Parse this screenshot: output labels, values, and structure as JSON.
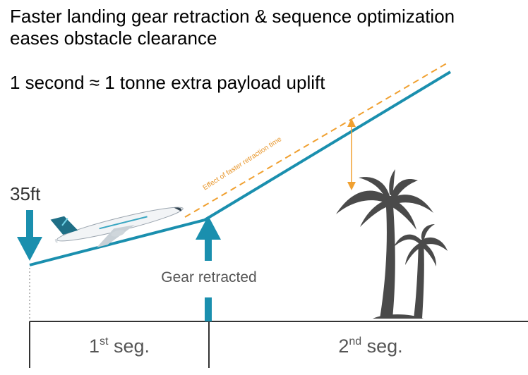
{
  "title": {
    "line1": "Faster landing gear retraction & sequence optimization",
    "line2": "eases obstacle clearance"
  },
  "subtitle": "1 second ≈ 1 tonne extra payload uplift",
  "diagram": {
    "height_label": "35ft",
    "gear_label": "Gear retracted",
    "effect_label": "Effect of faster retraction time",
    "segments": [
      {
        "base": "1",
        "sup": "st",
        "rest": " seg."
      },
      {
        "base": "2",
        "sup": "nd",
        "rest": " seg."
      }
    ],
    "colors": {
      "path": "#1a8fae",
      "arrow": "#1a8fae",
      "improved": "#f0a030",
      "tree": "#444444",
      "segment_text": "#555555"
    },
    "icons": [
      "aircraft-icon",
      "palm-tree-icon"
    ]
  }
}
